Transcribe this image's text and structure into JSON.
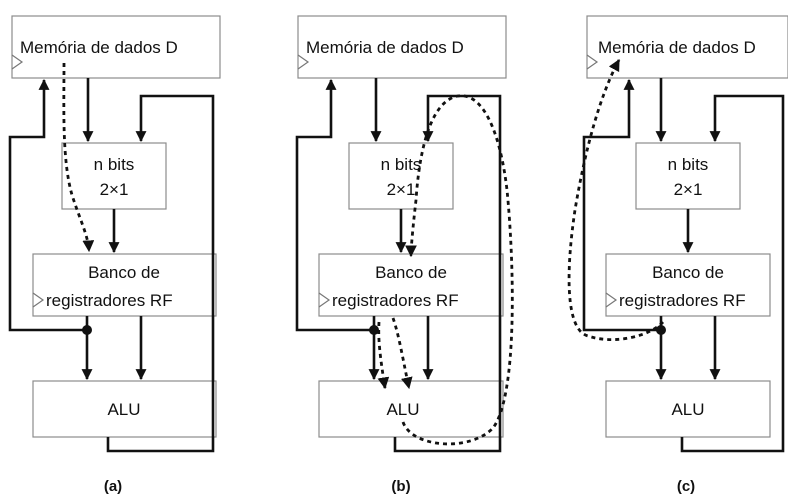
{
  "figure": {
    "panels": [
      {
        "id": "a",
        "caption": "(a)",
        "memory_label": "Memória de dados D",
        "mux_line1": "n bits",
        "mux_line2": "2×1",
        "rf_line1": "Banco de",
        "rf_line2": "registradores RF",
        "alu_label": "ALU"
      },
      {
        "id": "b",
        "caption": "(b)",
        "memory_label": "Memória de dados D",
        "mux_line1": "n bits",
        "mux_line2": "2×1",
        "rf_line1": "Banco de",
        "rf_line2": "registradores RF",
        "alu_label": "ALU"
      },
      {
        "id": "c",
        "caption": "(c)",
        "memory_label": "Memória de dados D",
        "mux_line1": "n bits",
        "mux_line2": "2×1",
        "rf_line1": "Banco de",
        "rf_line2": "registradores RF",
        "alu_label": "ALU"
      }
    ]
  },
  "colors": {
    "wire": "#111111",
    "box_border": "#8c8c8c",
    "background": "#ffffff"
  }
}
